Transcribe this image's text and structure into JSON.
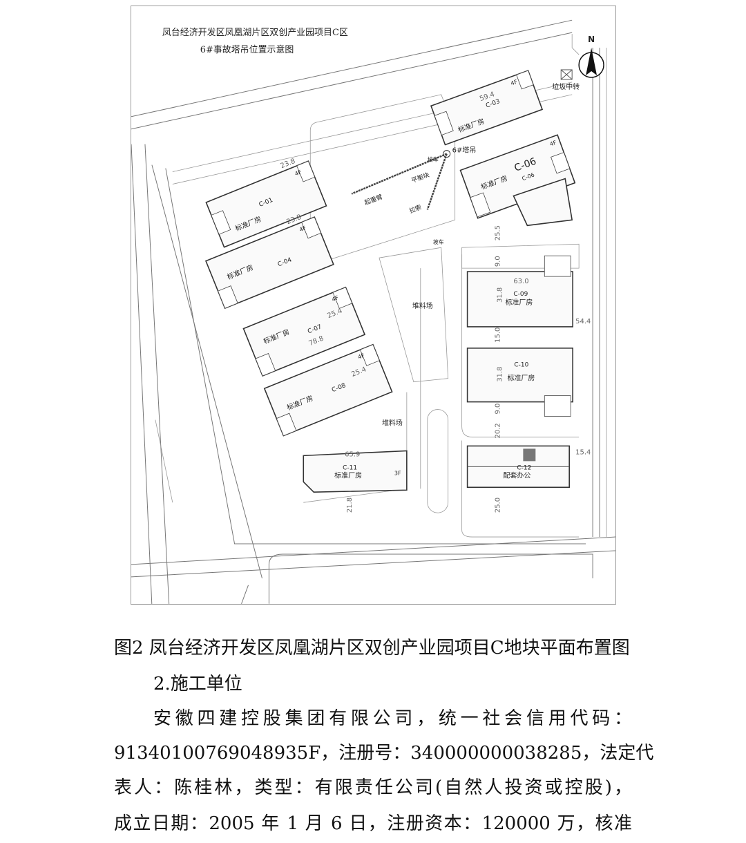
{
  "plan": {
    "title_line1": "凤台经济开发区凤凰湖片区双创产业园项目C区",
    "title_line2": "6#事故塔吊位置示意图",
    "north": "N",
    "trash": "垃圾中转",
    "crane": "6#塔吊",
    "boom": "起重臂",
    "counterweight": "平衡块",
    "cable": "拉索",
    "stockyard1": "堆料场",
    "stockyard2": "堆料场",
    "ramp1": "坡车",
    "ramp2": "坡车",
    "buildings": [
      {
        "id": "C-01",
        "type": "标准厂房",
        "floors": "4F",
        "dim": "23.8"
      },
      {
        "id": "C-04",
        "type": "标准厂房",
        "floors": "4F",
        "dim": "23.8"
      },
      {
        "id": "C-07",
        "type": "标准厂房",
        "floors": "4F",
        "dim": "78.8",
        "dim2": "25.4"
      },
      {
        "id": "C-08",
        "type": "标准厂房",
        "floors": "4F",
        "dim": "25.4"
      },
      {
        "id": "C-03",
        "type": "标准厂房",
        "floors": "4F",
        "dim": "59.4"
      },
      {
        "id": "C-06",
        "type": "标准厂房",
        "floors": "4F",
        "dim": "C-06"
      },
      {
        "id": "C-09",
        "type": "标准厂房",
        "dim": "63.0",
        "dim2": "31.8"
      },
      {
        "id": "C-10",
        "type": "标准厂房",
        "dim2": "31.8"
      },
      {
        "id": "C-11",
        "type": "标准厂房",
        "floors": "3F",
        "dim": "65.9"
      },
      {
        "id": "C-12",
        "type": "配套办公"
      }
    ],
    "dims": {
      "d90a": "9.0",
      "d150": "15.0",
      "d90b": "9.0",
      "d202": "20.2",
      "d250": "25.0",
      "d154": "15.4",
      "d218": "21.8",
      "d255": "25.5",
      "d544": "54.4"
    }
  },
  "caption": "图2 凤台经济开发区凤凰湖片区双创产业园项目C地块平面布置图",
  "section_heading": "2.施工单位",
  "body_lines": [
    "安徽四建控股集团有限公司，统一社会信用代码：",
    "91340100769048935F，注册号：340000000038285，法定代",
    "表人：陈桂林，类型：有限责任公司(自然人投资或控股)，",
    "成立日期：2005 年 1 月 6 日，注册资本：120000 万，核准"
  ]
}
